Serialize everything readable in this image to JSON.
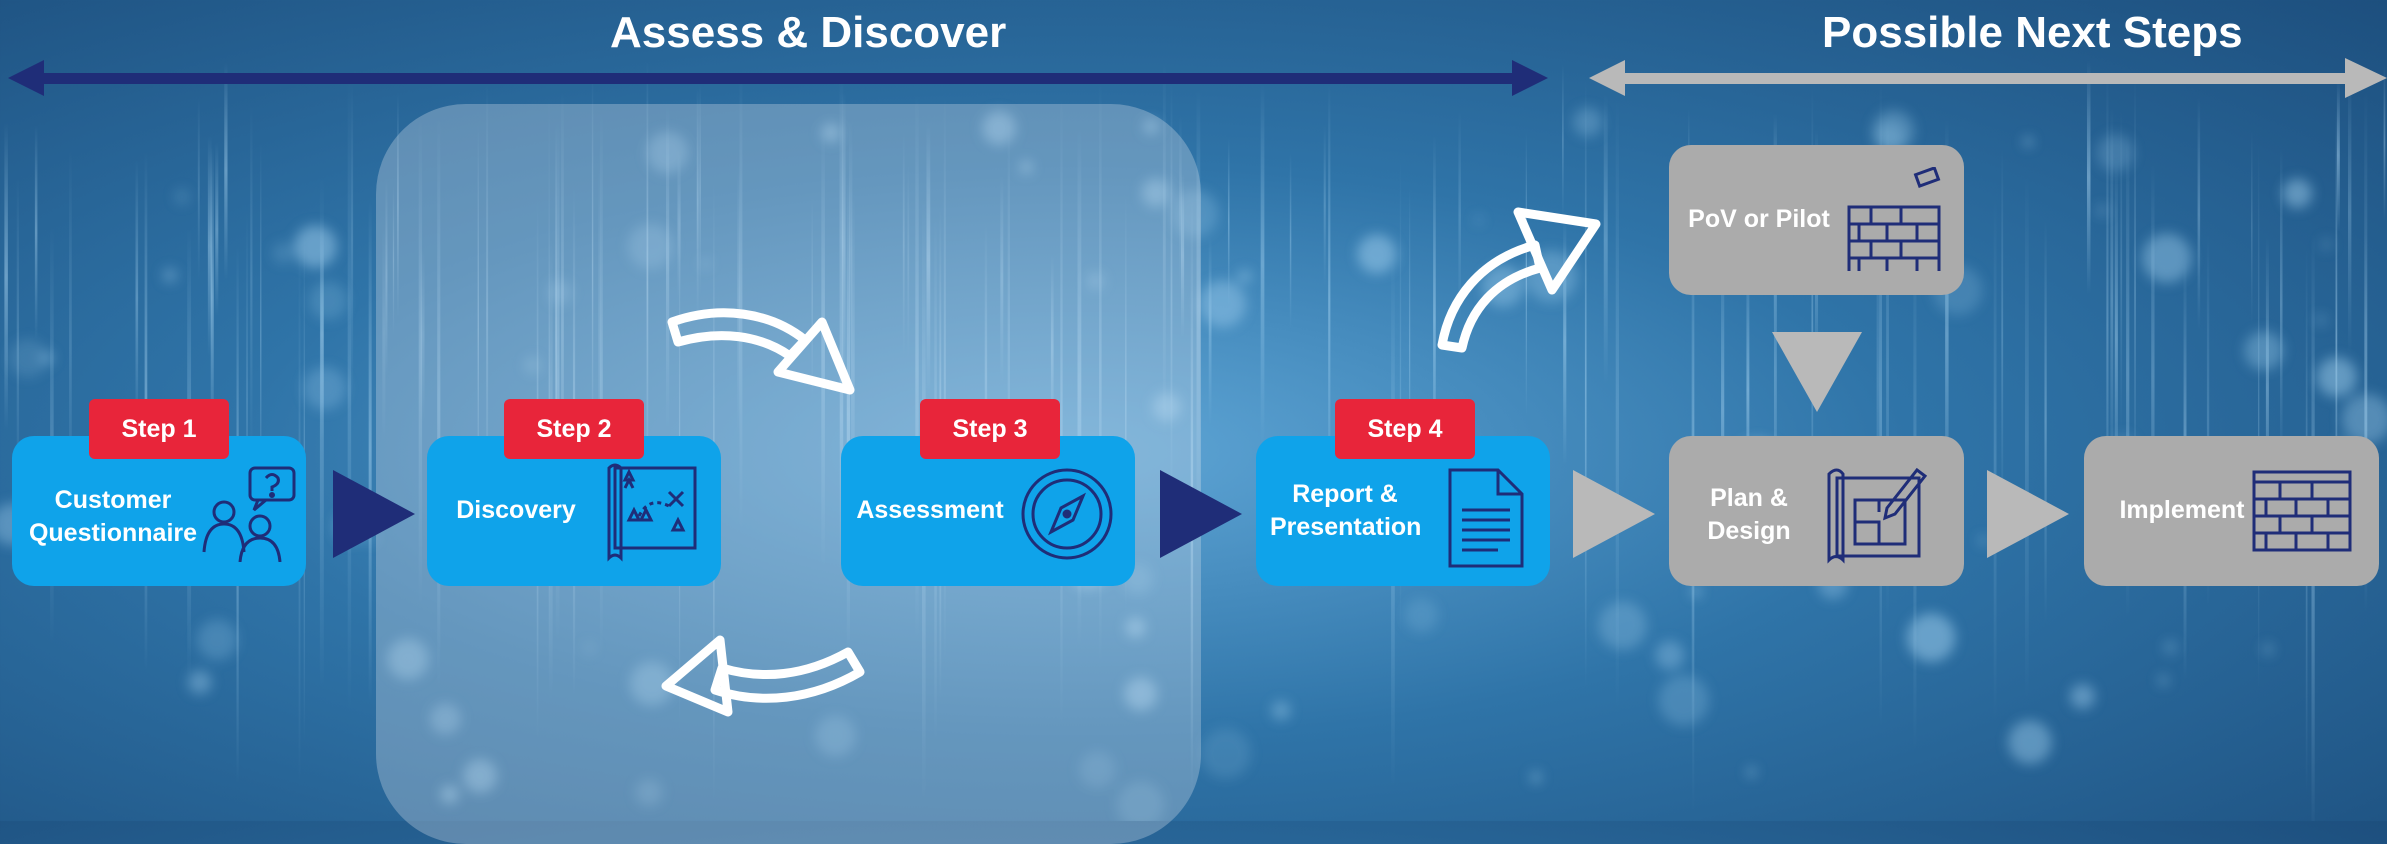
{
  "headers": {
    "assess": "Assess & Discover",
    "next_steps": "Possible Next Steps"
  },
  "steps": [
    {
      "badge": "Step 1",
      "label_lines": [
        "Customer",
        "Questionnaire"
      ],
      "icon": "people-question-icon"
    },
    {
      "badge": "Step 2",
      "label_lines": [
        "Discovery"
      ],
      "icon": "treasure-map-icon"
    },
    {
      "badge": "Step 3",
      "label_lines": [
        "Assessment"
      ],
      "icon": "compass-icon"
    },
    {
      "badge": "Step 4",
      "label_lines": [
        "Report &",
        "Presentation"
      ],
      "icon": "document-icon"
    }
  ],
  "next": [
    {
      "label_lines": [
        "PoV or Pilot"
      ],
      "icon": "brick-wall-building-icon"
    },
    {
      "label_lines": [
        "Plan &",
        "Design"
      ],
      "icon": "blueprint-pencil-icon"
    },
    {
      "label_lines": [
        "Implement"
      ],
      "icon": "brick-wall-icon"
    }
  ],
  "colors": {
    "step_box": "#0fa3ea",
    "badge": "#e8253a",
    "next_box": "#ababab",
    "navy": "#1f2d78",
    "gray_arrow": "#b9b9b9"
  }
}
